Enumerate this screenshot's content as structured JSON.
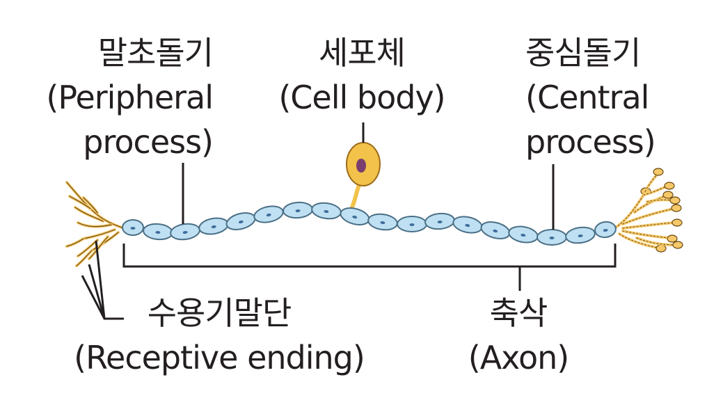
{
  "labels": {
    "peripheral": {
      "korean": "말초돌기",
      "line1": "(Peripheral",
      "line2": "process)"
    },
    "cell_body": {
      "korean": "세포체",
      "line1": "(Cell body)"
    },
    "central": {
      "korean": "중심돌기",
      "line1": "(Central",
      "line2": "process)"
    },
    "receptive": {
      "korean": "수용기말단",
      "line1": "(Receptive ending)"
    },
    "axon": {
      "korean": "축삭",
      "line1": "(Axon)"
    }
  },
  "colors": {
    "text": "#231f20",
    "line": "#231f20",
    "myelin_fill": "#bfe0f2",
    "myelin_stroke": "#4a6f86",
    "nucleus": "#3f6e9c",
    "soma_fill": "#f2c24a",
    "soma_nucleus": "#7a3f6e",
    "terminal_fill": "#f5c86a"
  },
  "icons": [
    "neuron-illustration"
  ]
}
